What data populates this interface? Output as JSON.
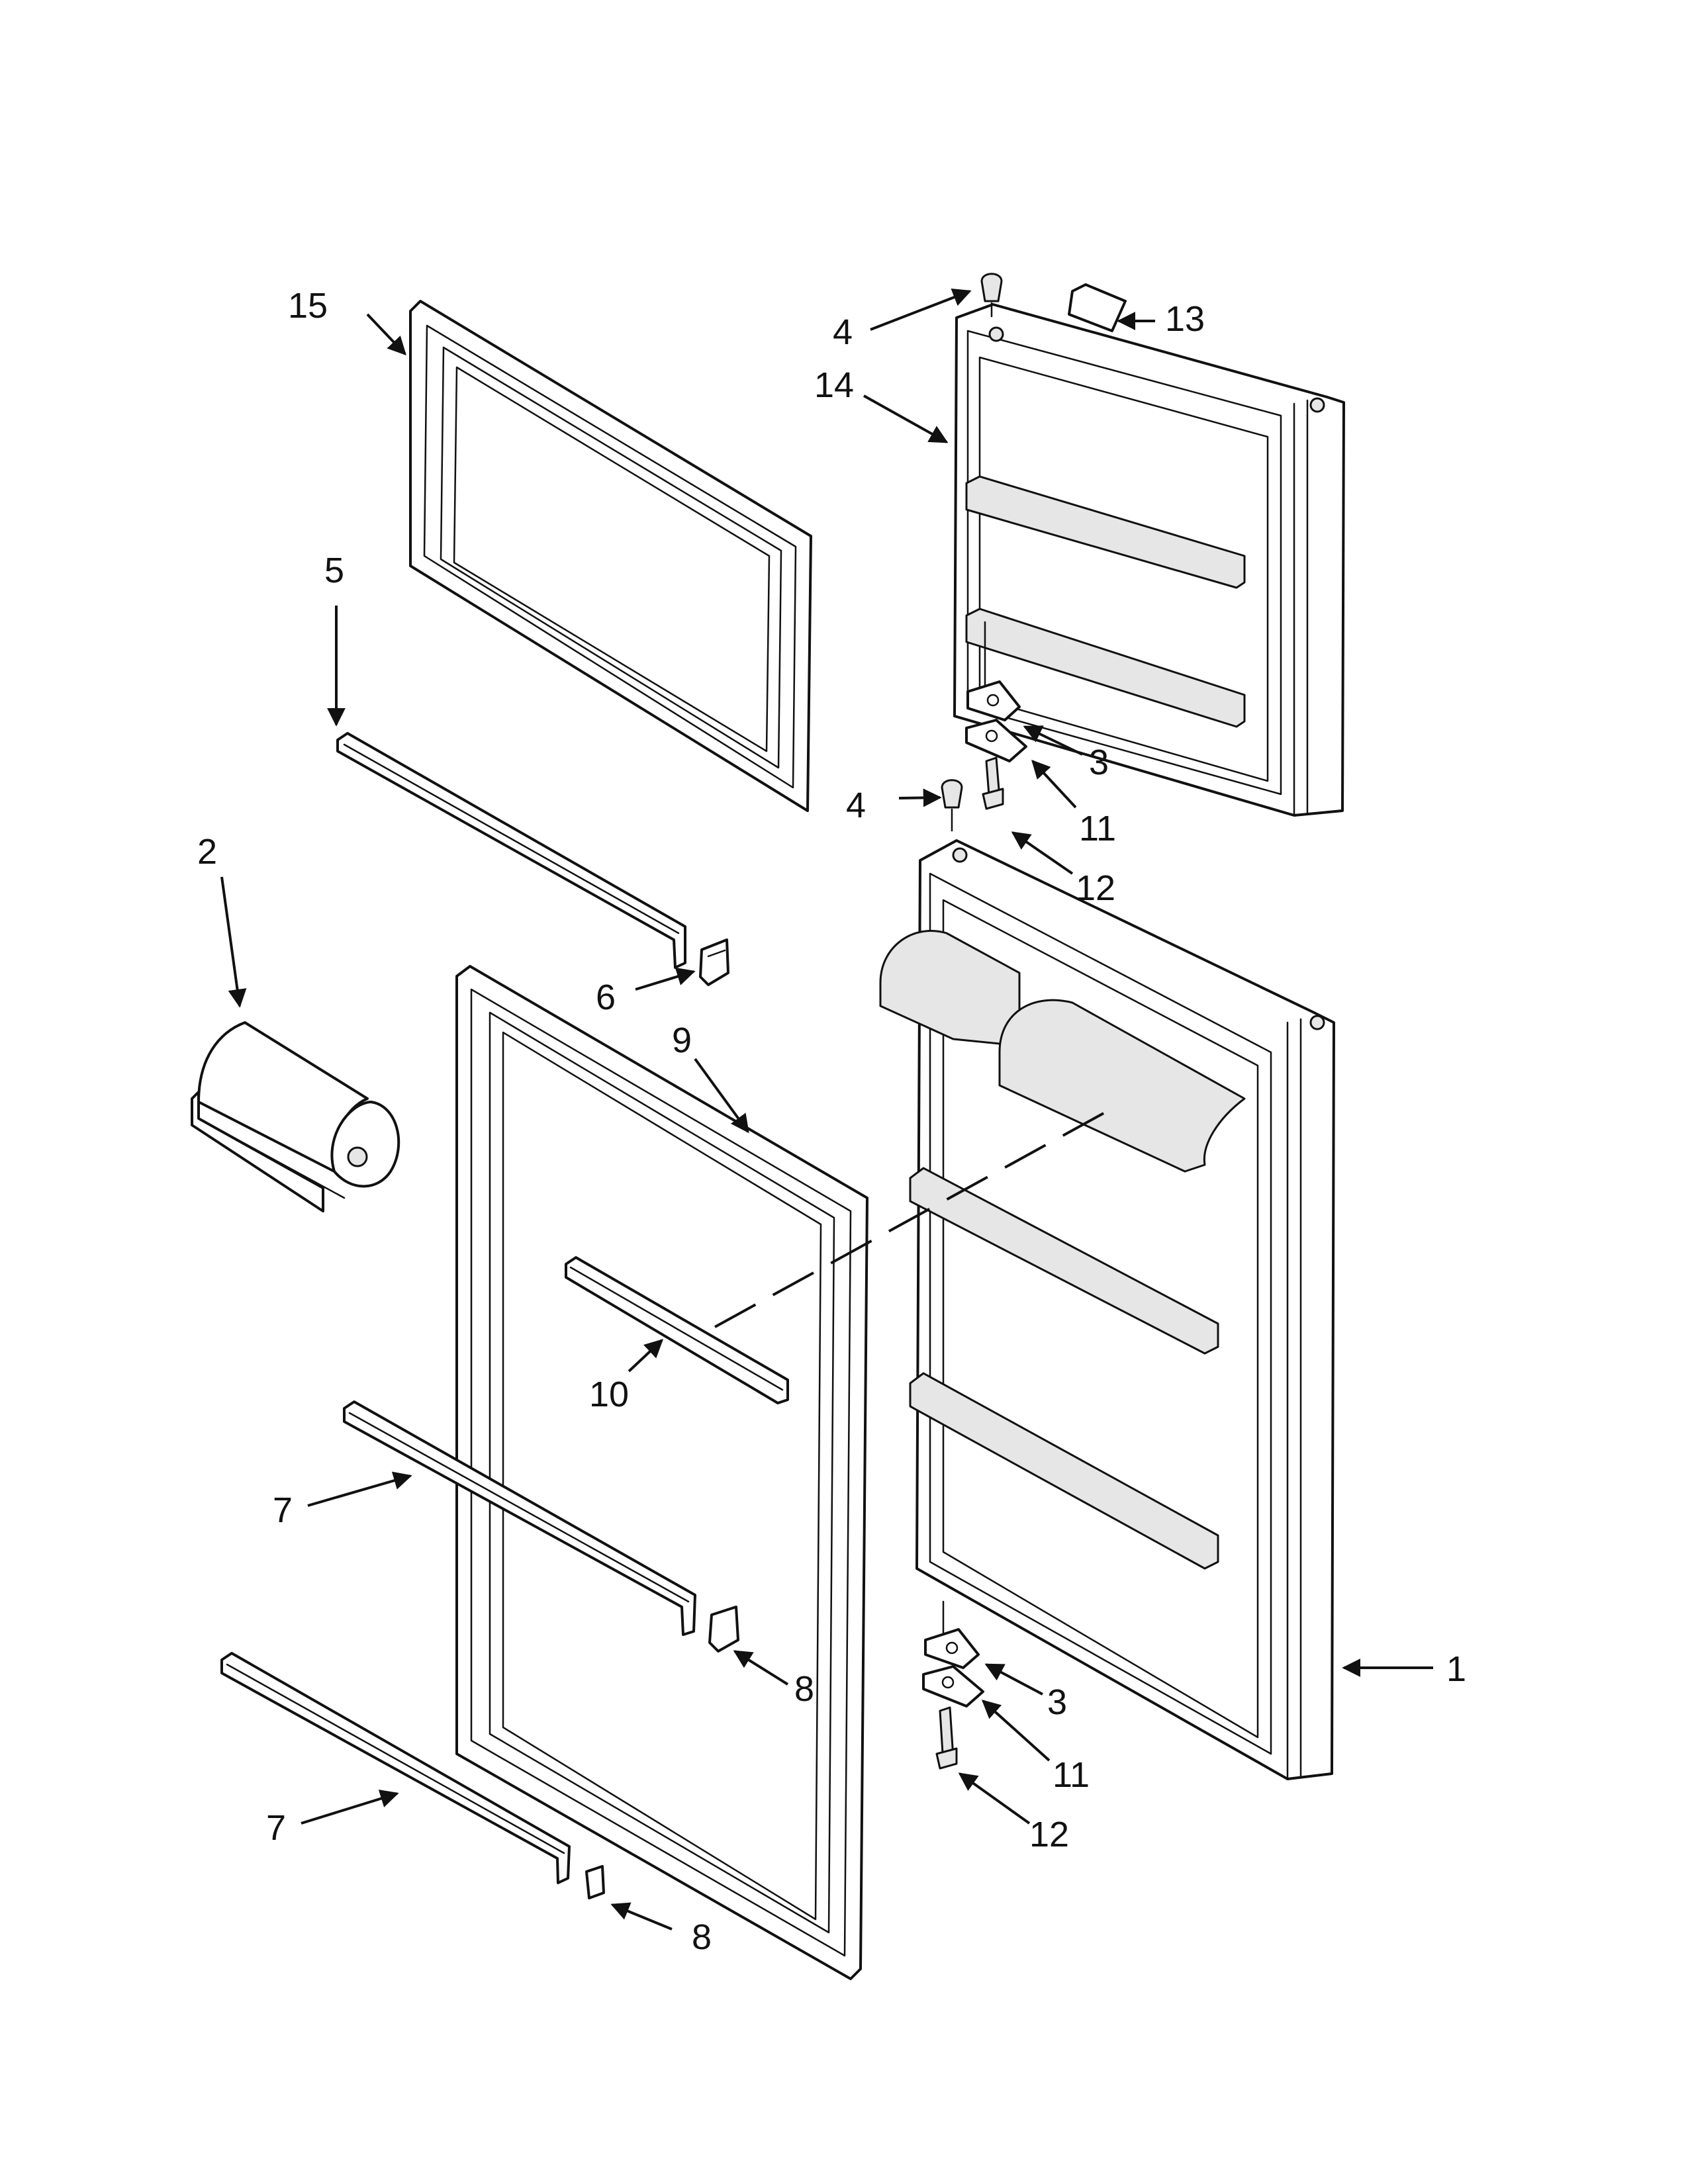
{
  "colors": {
    "line": "#111111",
    "background": "#ffffff",
    "shade": "#e6e6e6"
  },
  "callouts": {
    "c1": "1",
    "c2": "2",
    "c3a": "3",
    "c3b": "3",
    "c4a": "4",
    "c4b": "4",
    "c5": "5",
    "c6": "6",
    "c7a": "7",
    "c7b": "7",
    "c8a": "8",
    "c8b": "8",
    "c9": "9",
    "c10": "10",
    "c11a": "11",
    "c11b": "11",
    "c12a": "12",
    "c12b": "12",
    "c13": "13",
    "c14": "14",
    "c15": "15"
  }
}
